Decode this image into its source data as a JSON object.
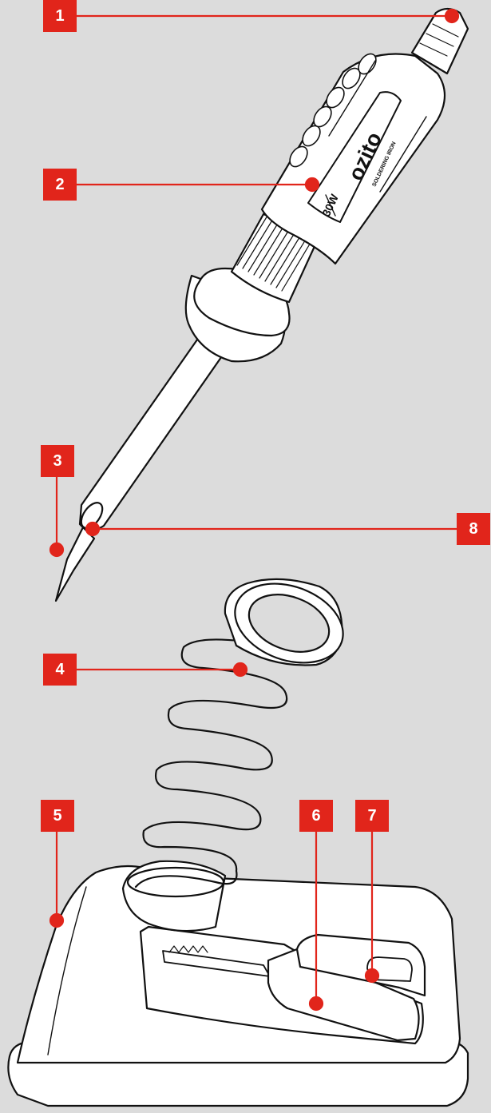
{
  "colors": {
    "background": "#dcdcdc",
    "callout": "#e1251b",
    "outline": "#111111",
    "body": "#ffffff"
  },
  "product": {
    "brand": "ozito",
    "brand_subtitle": "SOLDERING IRON",
    "wattage": "30W"
  },
  "callouts": [
    {
      "id": "1",
      "label": "1"
    },
    {
      "id": "2",
      "label": "2"
    },
    {
      "id": "3",
      "label": "3"
    },
    {
      "id": "4",
      "label": "4"
    },
    {
      "id": "5",
      "label": "5"
    },
    {
      "id": "6",
      "label": "6"
    },
    {
      "id": "7",
      "label": "7"
    },
    {
      "id": "8",
      "label": "8"
    }
  ]
}
